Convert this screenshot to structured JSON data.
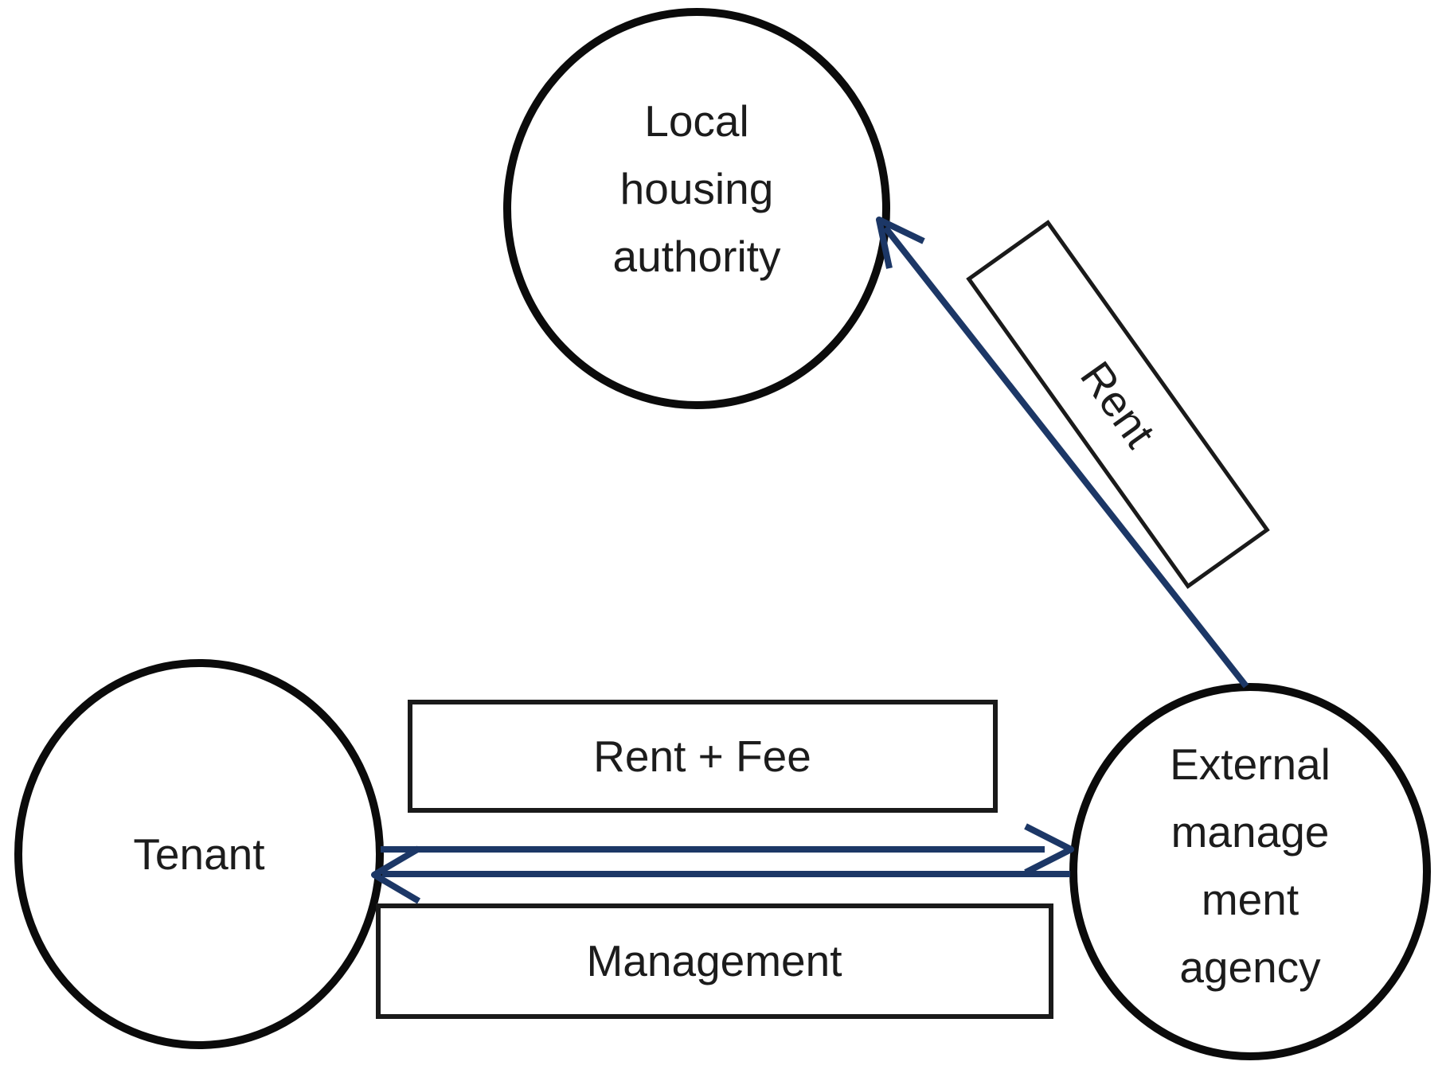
{
  "colors": {
    "background": "#ffffff",
    "node_stroke": "#0b0b0b",
    "box_stroke": "#1a1a1a",
    "arrow": "#1c3766",
    "text": "#1c1c1c"
  },
  "nodes": {
    "local_housing_authority": {
      "lines": [
        "Local",
        "housing",
        "authority"
      ]
    },
    "tenant": {
      "label": "Tenant"
    },
    "external_management_agency": {
      "lines": [
        "External",
        "manage",
        "ment",
        "agency"
      ]
    }
  },
  "edges": {
    "rent_label": "Rent",
    "rent_fee_label": "Rent + Fee",
    "management_label": "Management"
  }
}
